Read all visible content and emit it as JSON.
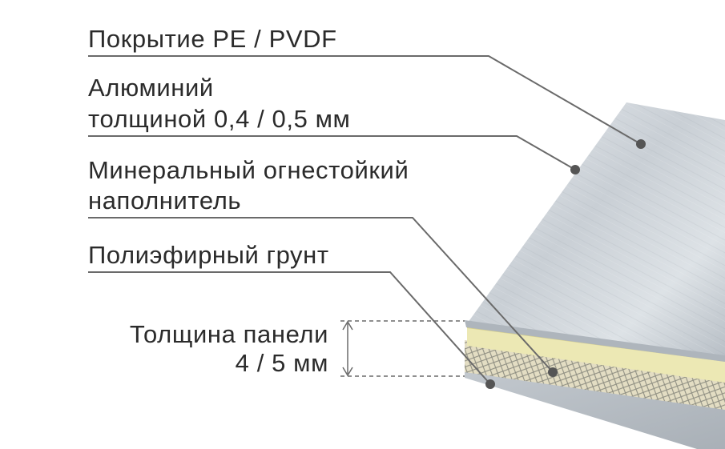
{
  "labels": {
    "coating": "Покрытие PE / PVDF",
    "aluminium_line1": "Алюминий",
    "aluminium_line2": "толщиной 0,4 / 0,5 мм",
    "filler_line1": "Минеральный огнестойкий",
    "filler_line2": "наполнитель",
    "primer": "Полиэфирный грунт",
    "thickness_line1": "Толщина панели",
    "thickness_line2": "4 / 5 мм"
  },
  "colors": {
    "text": "#2b2b2b",
    "leader_line": "#6a6a6a",
    "aluminium_light": "#d9dee3",
    "aluminium_mid": "#b9c0c7",
    "aluminium_dark": "#9aa1a8",
    "filler": "#ece8b4",
    "filler_edge": "#d6cf8e",
    "mesh_stripe": "#cfc7a6",
    "mesh_line": "#8c8c80"
  }
}
